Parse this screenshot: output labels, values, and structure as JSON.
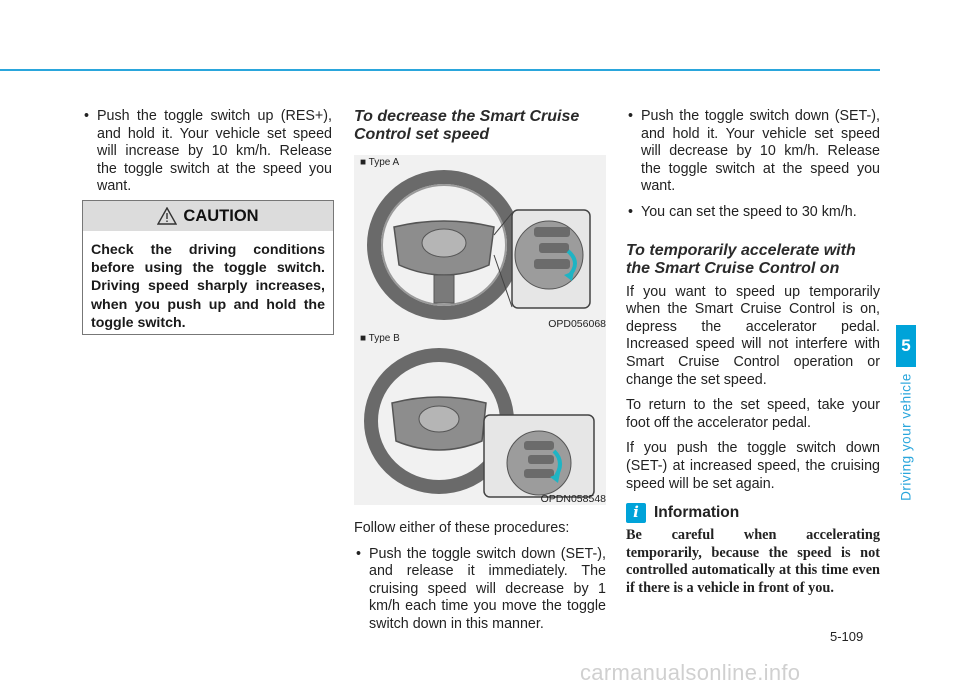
{
  "col1": {
    "bullet": "Push the toggle switch up (RES+), and hold it. Your vehicle set speed will increase by 10 km/h. Release the toggle switch at the speed you want."
  },
  "caution": {
    "title": "CAUTION",
    "body": "Check the driving conditions before using the toggle switch. Driving speed sharply increases, when you push up and hold the toggle switch."
  },
  "col2": {
    "heading_line1": "To decrease the Smart Cruise",
    "heading_line2": "Control set speed",
    "fig_a_label": "■ Type A",
    "fig_a_code": "OPD056068",
    "fig_b_label": "■ Type B",
    "fig_b_code": "OPDN058548",
    "intro": "Follow either of these procedures:",
    "bullet": "Push the toggle switch down (SET-), and release it immediately. The cruising speed will decrease by 1 km/h each time you move the toggle switch down in this manner."
  },
  "col3": {
    "bullet1": "Push the toggle switch down (SET-), and hold it. Your vehicle set speed will decrease by 10 km/h. Release the toggle switch at the speed you want.",
    "bullet2": "You can set the speed to 30 km/h.",
    "heading_line1": "To temporarily accelerate with",
    "heading_line2": "the Smart Cruise Control on",
    "para1": "If you want to speed up temporarily when the Smart Cruise Control is on, depress the accelerator pedal. Increased speed will not interfere with Smart Cruise Control operation or change the set speed.",
    "para2": "To return to the set speed, take your foot off the accelerator pedal.",
    "para3": "If you push the toggle switch down (SET-) at increased speed, the cruising speed will be set again.",
    "info_title": "Information",
    "info_body": "Be careful when accelerating temporarily, because the speed is not controlled automatically at this time even if there is a vehicle in front of you."
  },
  "side": {
    "tab": "5",
    "label": "Driving your vehicle"
  },
  "page_number": "5-109",
  "watermark": "carmanualsonline.info",
  "colors": {
    "accent": "#00a3d9",
    "rule": "#2aa6dc"
  }
}
